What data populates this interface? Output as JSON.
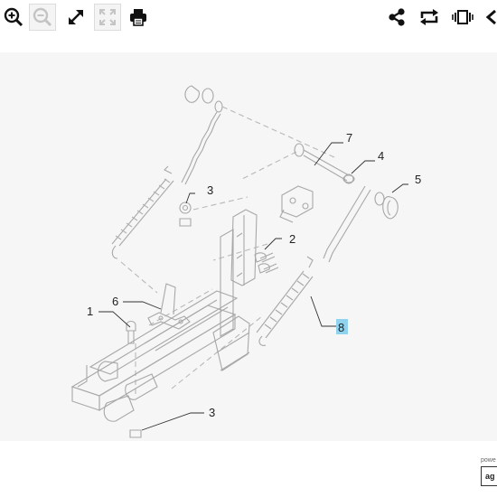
{
  "toolbar": {
    "left": [
      {
        "icon": "zoom-in-icon"
      },
      {
        "icon": "zoom-out-icon",
        "disabled": true
      },
      {
        "icon": "expand-icon"
      },
      {
        "icon": "fit-icon",
        "disabled": true
      },
      {
        "icon": "print-icon"
      }
    ],
    "right": [
      {
        "icon": "share-icon"
      },
      {
        "icon": "repeat-icon"
      },
      {
        "icon": "carousel-icon"
      },
      {
        "icon": "more-icon"
      }
    ]
  },
  "diagram": {
    "callouts": [
      {
        "id": "1",
        "text": "1"
      },
      {
        "id": "2",
        "text": "2"
      },
      {
        "id": "3a",
        "text": "3"
      },
      {
        "id": "3b",
        "text": "3"
      },
      {
        "id": "4",
        "text": "4"
      },
      {
        "id": "5",
        "text": "5"
      },
      {
        "id": "6",
        "text": "6"
      },
      {
        "id": "7",
        "text": "7"
      },
      {
        "id": "8",
        "text": "8",
        "highlighted": true
      }
    ],
    "highlight_color": "#8fd3ef"
  },
  "footer": {
    "powered_text": "powe",
    "logo_text": "ag"
  }
}
